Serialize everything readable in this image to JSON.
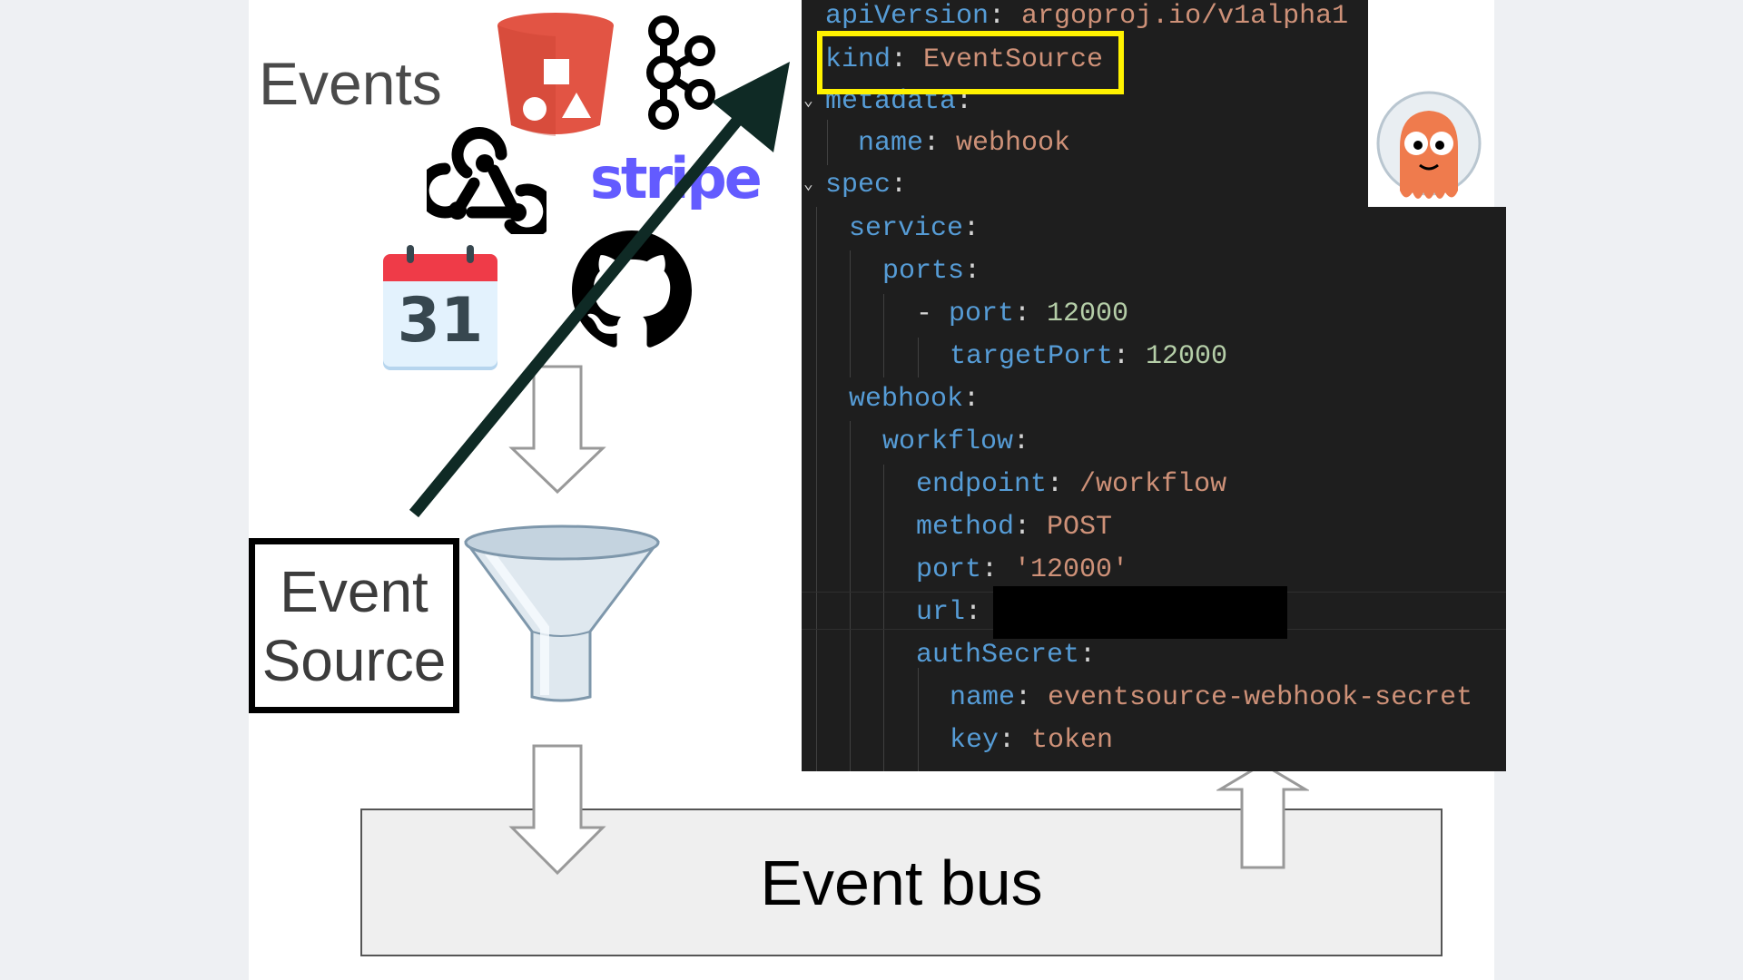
{
  "labels": {
    "events": "Events",
    "event_source_line1": "Event",
    "event_source_line2": "Source",
    "event_bus": "Event bus"
  },
  "icons": {
    "bucket": "s3-bucket-icon",
    "kafka": "kafka-icon",
    "webhook": "webhook-icon",
    "stripe": "stripe",
    "calendar_day": "31",
    "github": "github-icon",
    "mascot": "argo-mascot-icon"
  },
  "code_top": [
    {
      "key": "apiVersion",
      "sep": ": ",
      "value": "argoproj.io/v1alpha1"
    },
    {
      "key": "kind",
      "sep": ": ",
      "value": "EventSource"
    },
    {
      "key": "metadata",
      "sep": ":",
      "value": ""
    },
    {
      "key": "name",
      "sep": ": ",
      "value": "webhook"
    },
    {
      "key": "spec",
      "sep": ":",
      "value": ""
    }
  ],
  "code_main": [
    {
      "key": "service",
      "sep": ":",
      "value": ""
    },
    {
      "key": "ports",
      "sep": ":",
      "value": ""
    },
    {
      "dash": "- ",
      "key": "port",
      "sep": ": ",
      "value": "12000"
    },
    {
      "key": "targetPort",
      "sep": ": ",
      "value": "12000"
    },
    {
      "key": "webhook",
      "sep": ":",
      "value": ""
    },
    {
      "key": "workflow",
      "sep": ":",
      "value": ""
    },
    {
      "key": "endpoint",
      "sep": ": ",
      "value": "/workflow"
    },
    {
      "key": "method",
      "sep": ": ",
      "value": "POST"
    },
    {
      "key": "port",
      "sep": ": ",
      "value": "'12000'"
    },
    {
      "key": "url",
      "sep": ":",
      "value": ""
    },
    {
      "key": "authSecret",
      "sep": ":",
      "value": ""
    },
    {
      "key": "name",
      "sep": ": ",
      "value": "eventsource-webhook-secret"
    },
    {
      "key": "key",
      "sep": ": ",
      "value": "token"
    }
  ],
  "colors": {
    "code_key": "#569cd6",
    "code_string": "#ce9178",
    "code_number": "#b5cea8",
    "highlight": "#fff200",
    "stripe": "#635bff",
    "bucket": "#e25444",
    "arrow": "#0f2a25"
  }
}
